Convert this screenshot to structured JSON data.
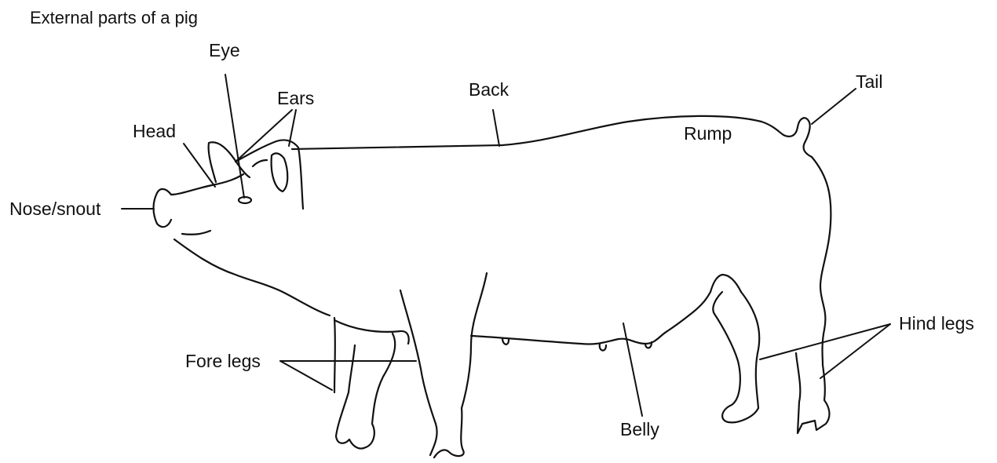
{
  "title": "External parts of a pig",
  "labels": {
    "eye": "Eye",
    "ears": "Ears",
    "back": "Back",
    "tail": "Tail",
    "head": "Head",
    "rump": "Rump",
    "nose": "Nose/snout",
    "fore_legs": "Fore legs",
    "hind_legs": "Hind legs",
    "belly": "Belly"
  }
}
